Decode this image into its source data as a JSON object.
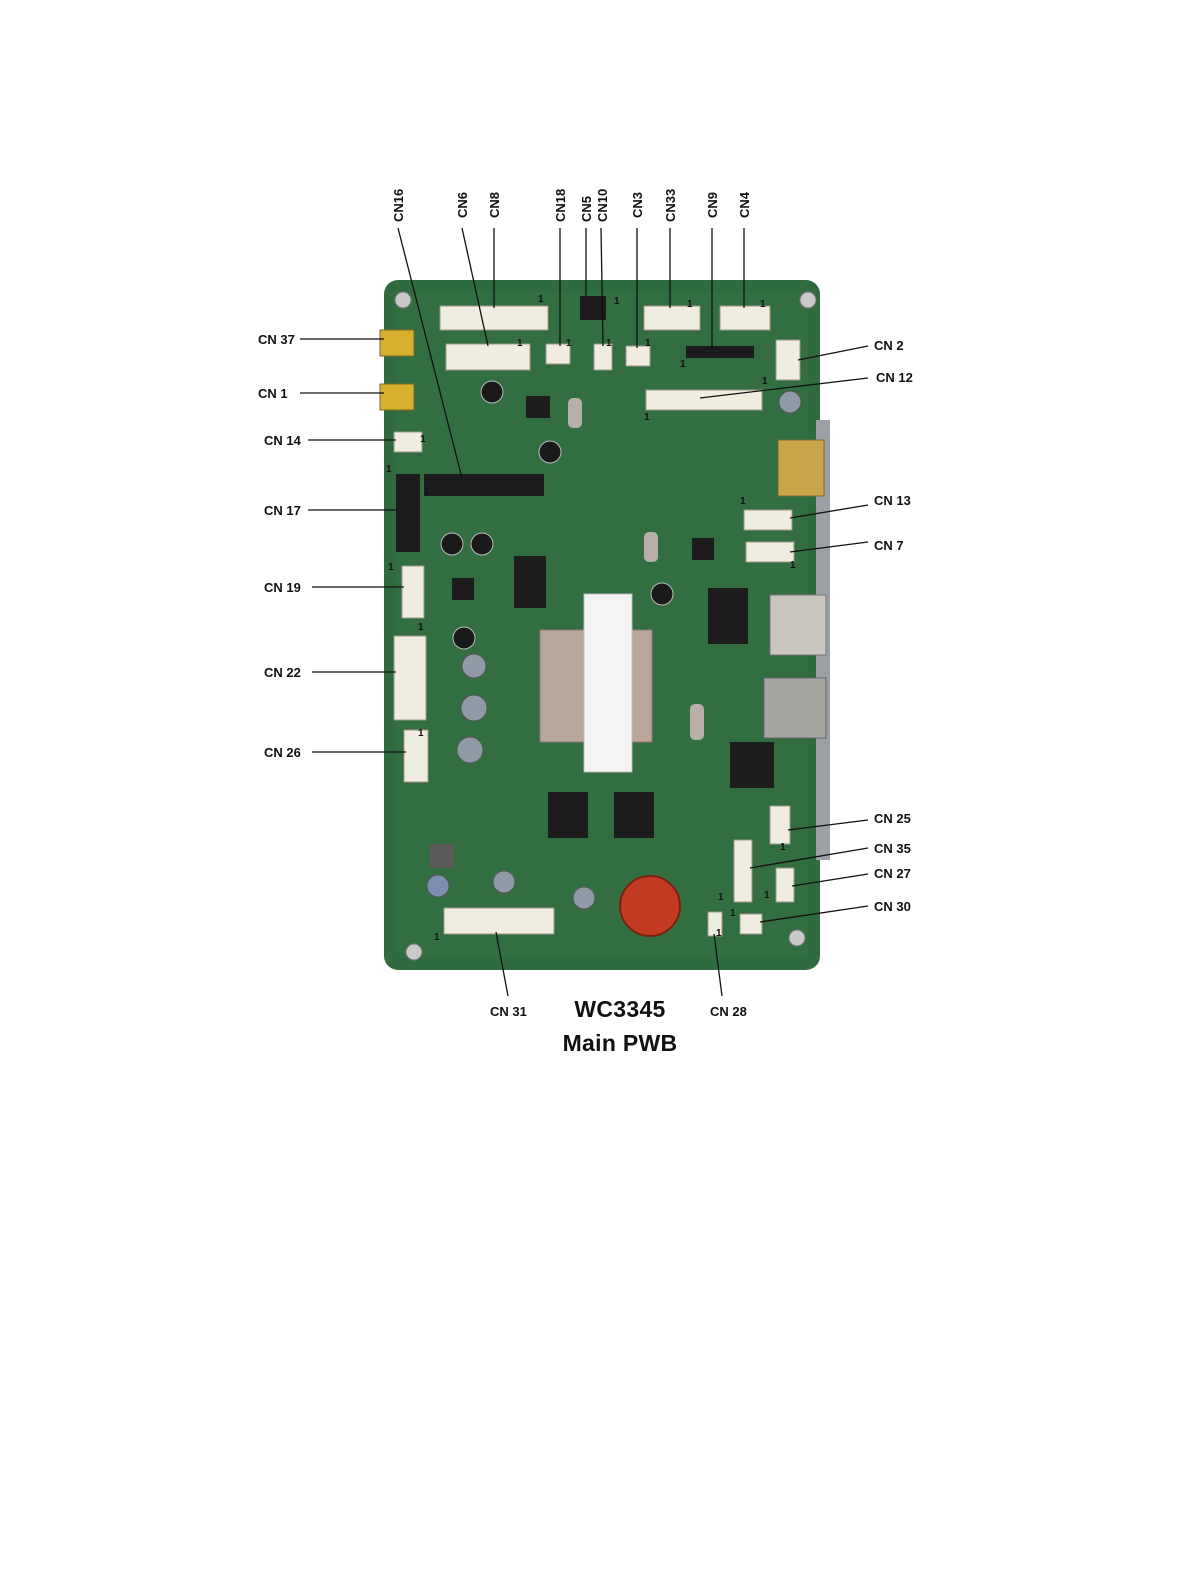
{
  "caption": {
    "line1": "WC3345",
    "line2": "Main PWB"
  },
  "pin_marker": "1",
  "colors": {
    "board": "#2f6b3e",
    "board_dark": "#22502e",
    "connector": "#f1ece0",
    "gold_connector": "#d8b030",
    "chip": "#1c1c1c",
    "shield": "#b9a79c",
    "battery": "#c23a22"
  },
  "connectors": {
    "top": [
      "CN16",
      "CN6",
      "CN8",
      "CN18",
      "CN5",
      "CN10",
      "CN3",
      "CN33",
      "CN9",
      "CN4"
    ],
    "left": [
      "CN 37",
      "CN 1",
      "CN 14",
      "CN 17",
      "CN 19",
      "CN 22",
      "CN 26"
    ],
    "right": [
      "CN 2",
      "CN 12",
      "CN 13",
      "CN 7",
      "CN 25",
      "CN 35",
      "CN 27",
      "CN 30"
    ],
    "bottom": [
      "CN 31",
      "CN 28"
    ]
  }
}
